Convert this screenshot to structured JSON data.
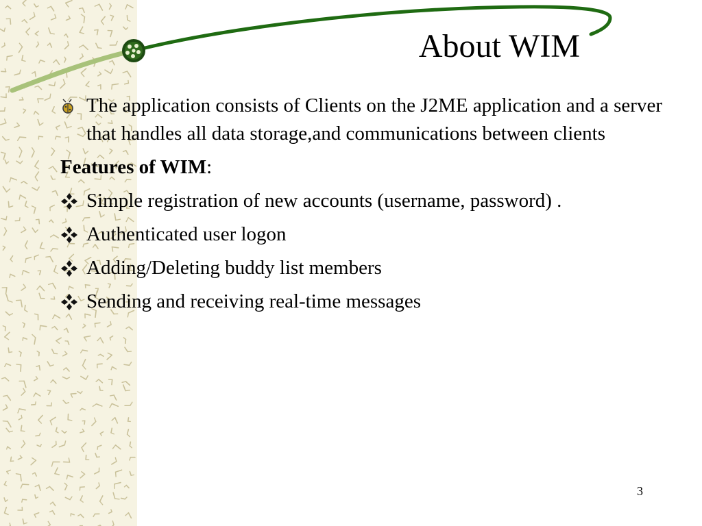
{
  "slide": {
    "title": "About WIM",
    "intro_bullet": {
      "icon": "bug-icon",
      "text": "The application consists of Clients on  the J2ME application and a server that handles all data storage,and communications between clients"
    },
    "features_heading": {
      "bold_text": "Features of WIM",
      "suffix": ":"
    },
    "features": [
      "Simple registration of new accounts (username, password) .",
      "Authenticated user logon",
      "Adding/Deleting buddy list members",
      "Sending and receiving real-time messages"
    ],
    "feature_icon": "four-diamond-icon",
    "page_number": "3"
  },
  "colors": {
    "swoosh_dark": "#1f6b12",
    "swoosh_light": "#a8c27a",
    "texture_background": "#f6f3e2",
    "texture_marks": "#c9c19a",
    "bullet_bug": "#c8a020"
  }
}
